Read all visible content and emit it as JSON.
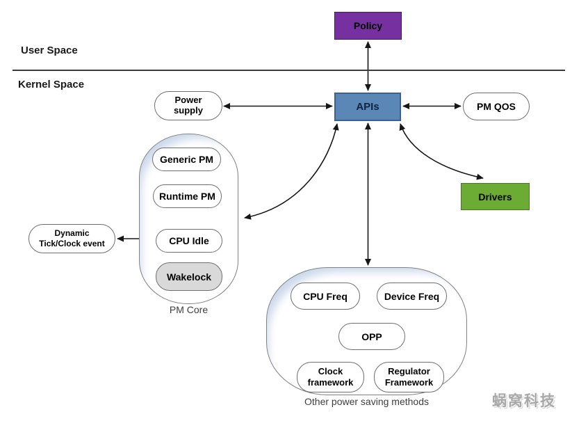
{
  "regions": {
    "user_space": "User Space",
    "kernel_space": "Kernel Space"
  },
  "nodes": {
    "policy": {
      "label": "Policy"
    },
    "apis": {
      "label": "APIs"
    },
    "power_supply": {
      "line1": "Power",
      "line2": "supply"
    },
    "pm_qos": {
      "label": "PM QOS"
    },
    "drivers": {
      "label": "Drivers"
    },
    "dynamic_tick": {
      "line1": "Dynamic",
      "line2": "Tick/Clock event"
    }
  },
  "pm_core": {
    "label": "PM Core",
    "items": [
      {
        "label": "Generic PM"
      },
      {
        "label": "Runtime PM"
      },
      {
        "label": "CPU Idle"
      },
      {
        "label": "Wakelock"
      }
    ]
  },
  "other_methods": {
    "label": "Other power saving methods",
    "items": [
      {
        "label": "CPU Freq"
      },
      {
        "label": "Device Freq"
      },
      {
        "label": "OPP"
      },
      {
        "line1": "Clock",
        "line2": "framework"
      },
      {
        "line1": "Regulator",
        "line2": "Framework"
      }
    ]
  },
  "watermark": "蜗窝科技",
  "edges": [
    {
      "from": "Policy",
      "to": "APIs",
      "bidirectional": true
    },
    {
      "from": "Power supply",
      "to": "APIs",
      "bidirectional": true
    },
    {
      "from": "APIs",
      "to": "PM QOS",
      "bidirectional": true
    },
    {
      "from": "APIs",
      "to": "Drivers",
      "bidirectional": true
    },
    {
      "from": "APIs",
      "to": "PM Core",
      "bidirectional": true
    },
    {
      "from": "APIs",
      "to": "Other power saving methods",
      "bidirectional": true
    },
    {
      "from": "Dynamic Tick/Clock event",
      "to": "CPU Idle",
      "bidirectional": true
    }
  ],
  "colors": {
    "policy_fill": "#7630A0",
    "apis_fill": "#5B87B7",
    "apis_border": "#3A6191",
    "drivers_fill": "#6CAC34",
    "wakelock_fill": "#D9D9D9",
    "container_border": "#808080",
    "container_highlight": "#CCD9EC",
    "arrow_stroke": "#161616",
    "divider": "#3A3A3A",
    "watermark_gray": "#A8A8A8"
  }
}
